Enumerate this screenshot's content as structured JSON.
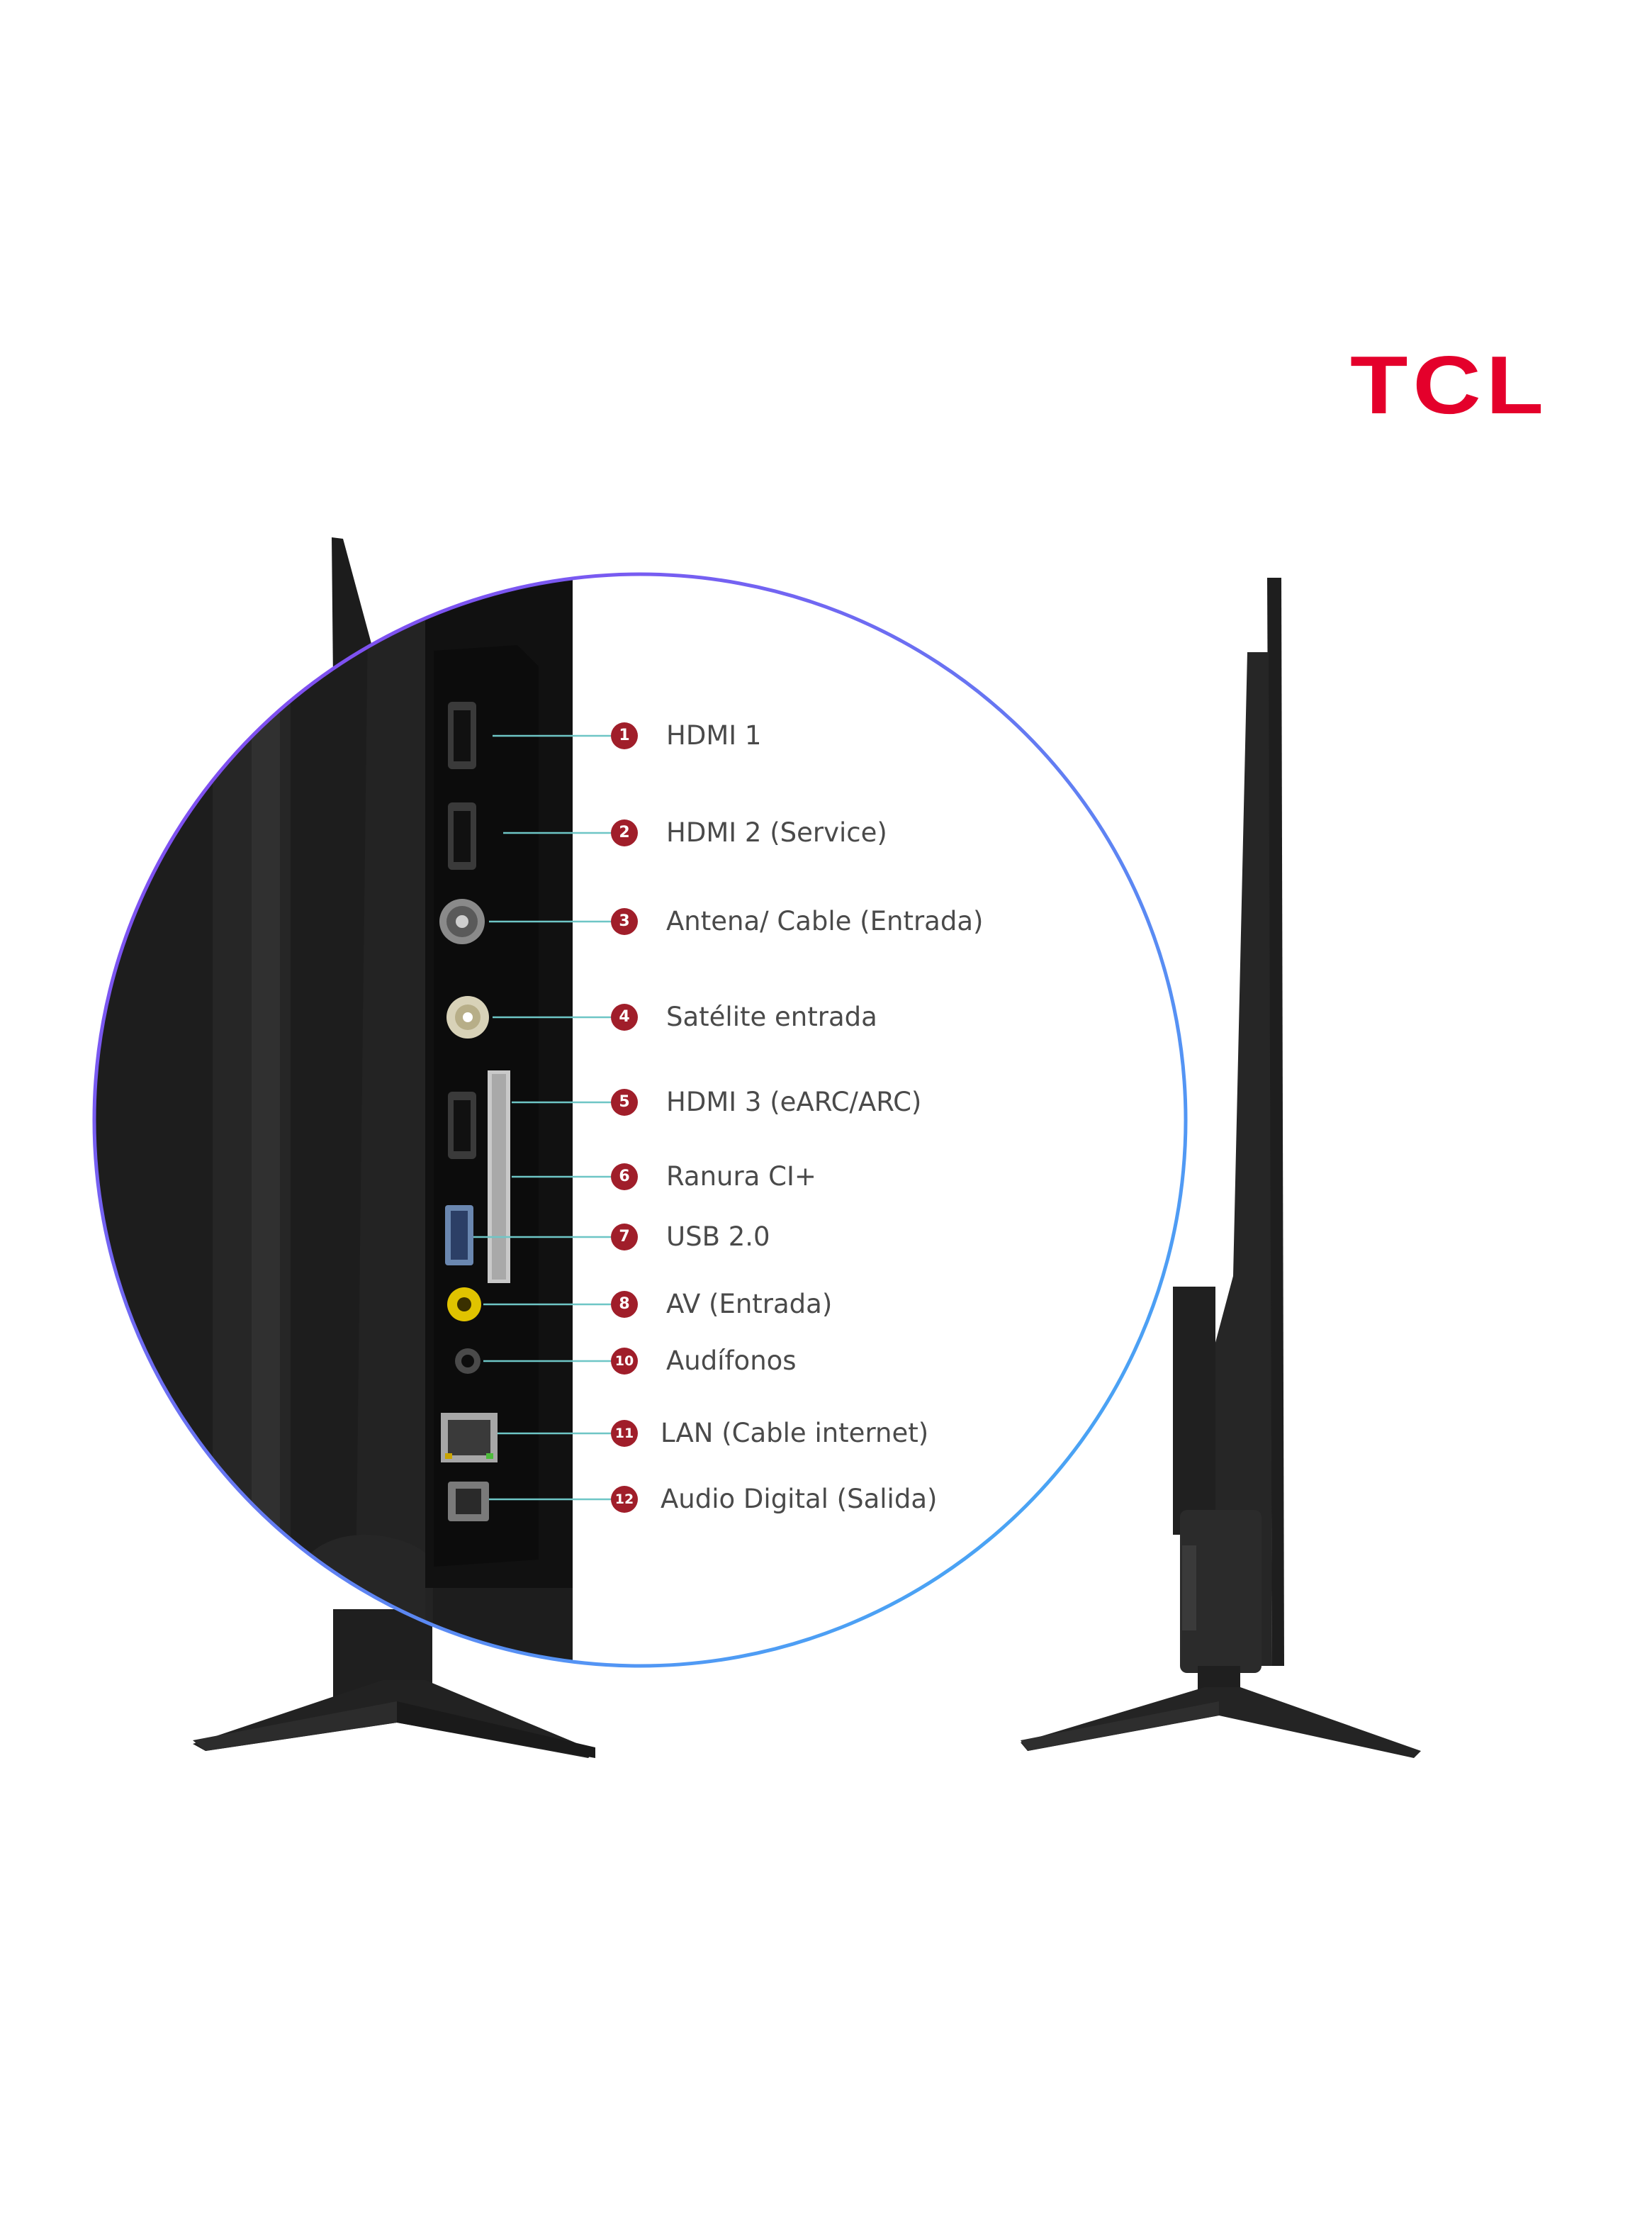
{
  "brand": {
    "logo_text": "TCL",
    "color": "#e4002b"
  },
  "accent": {
    "badge_color": "#a01e2a",
    "ring_start": "#8a3ff0",
    "ring_end": "#3fb4f5"
  },
  "ports": [
    {
      "number": "1",
      "label": "HDMI 1"
    },
    {
      "number": "2",
      "label": "HDMI 2 (Service)"
    },
    {
      "number": "3",
      "label": "Antena/ Cable (Entrada)"
    },
    {
      "number": "4",
      "label": "Satélite entrada"
    },
    {
      "number": "5",
      "label": "HDMI 3 (eARC/ARC)"
    },
    {
      "number": "6",
      "label": "Ranura CI+"
    },
    {
      "number": "7",
      "label": "USB 2.0"
    },
    {
      "number": "8",
      "label": "AV (Entrada)"
    },
    {
      "number": "10",
      "label": "Audífonos"
    },
    {
      "number": "11",
      "label": "LAN (Cable internet)"
    },
    {
      "number": "12",
      "label": "Audio Digital (Salida)"
    }
  ]
}
